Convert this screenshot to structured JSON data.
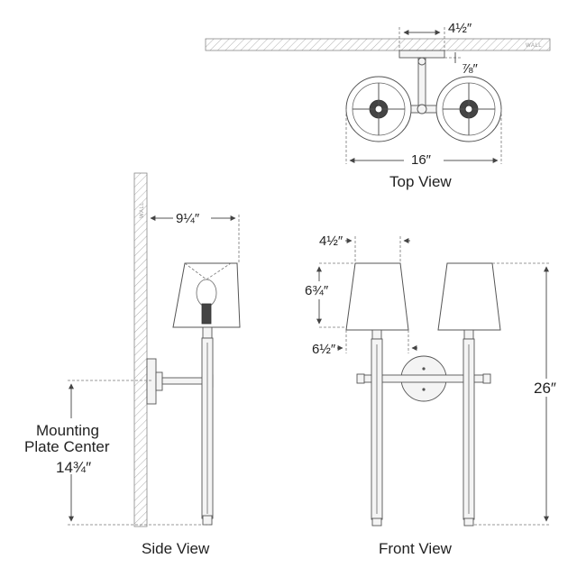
{
  "wall_label_top": "WALL",
  "wall_label_side": "WALL",
  "dimensions": {
    "top_backplate_width": "4½″",
    "top_projection": "⅞″",
    "top_overall_width": "16″",
    "side_extension": "9¼″",
    "front_shade_top": "4½″",
    "front_shade_height": "6¾″",
    "front_shade_bottom": "6½″",
    "front_overall_height": "26″",
    "mounting_label_line1": "Mounting",
    "mounting_label_line2": "Plate Center",
    "mounting_height": "14¾″"
  },
  "views": {
    "top": "Top View",
    "side": "Side View",
    "front": "Front View"
  }
}
